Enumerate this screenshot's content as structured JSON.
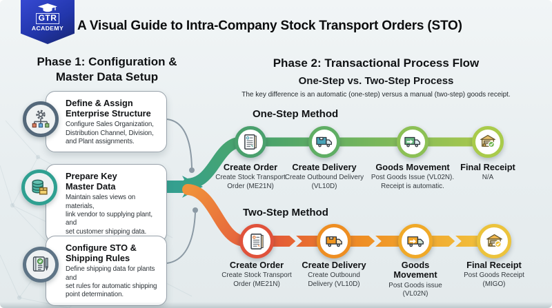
{
  "header": {
    "logo_line1": "GTR",
    "logo_line2": "ACADEMY",
    "title": "A Visual Guide to Intra-Company Stock Transport Orders (STO)"
  },
  "phase1": {
    "heading": "Phase 1: Configuration &\nMaster Data Setup",
    "cards": [
      {
        "icon": "org-structure-icon",
        "title": "Define & Assign\nEnterprise Structure",
        "description": "Configure Sales Organization,\nDistribution Channel, Division,\nand Plant assignments."
      },
      {
        "icon": "database-icon",
        "title": "Prepare Key\nMaster Data",
        "description": "Maintain sales views on materials,\nlink vendor to supplying plant, and\nset customer shipping data."
      },
      {
        "icon": "rulebook-icon",
        "title": "Configure STO &\nShipping Rules",
        "description": "Define shipping data for plants and\nset rules for automatic shipping\npoint determination."
      }
    ]
  },
  "phase2": {
    "heading": "Phase 2: Transactional Process Flow",
    "subheading": "One-Step vs. Two-Step Process",
    "note": "The key difference is an automatic (one-step) versus a manual (two-step) goods receipt.",
    "one_step": {
      "label": "One-Step Method",
      "steps": [
        {
          "icon": "document-icon",
          "title": "Create Order",
          "description": "Create Stock Transport\nOrder (ME21N)"
        },
        {
          "icon": "truck-icon",
          "title": "Create Delivery",
          "description": "Create Outbound Delivery\n(VL10D)"
        },
        {
          "icon": "truck-arrow-icon",
          "title": "Goods Movement",
          "description": "Post Goods Issue (VL02N).\nReceipt is automatic."
        },
        {
          "icon": "warehouse-check-icon",
          "title": "Final Receipt",
          "description": "N/A"
        }
      ]
    },
    "two_step": {
      "label": "Two-Step Method",
      "steps": [
        {
          "icon": "document-icon",
          "title": "Create Order",
          "description": "Create Stock Transport\nOrder (ME21N)"
        },
        {
          "icon": "truck-icon",
          "title": "Create Delivery",
          "description": "Create Outbound\nDelivery (VL10D)"
        },
        {
          "icon": "truck-arrow-icon",
          "title": "Goods\nMovement",
          "description": "Post Goods issue\n(VL02N)"
        },
        {
          "icon": "warehouse-check-icon",
          "title": "Final Receipt",
          "description": "Post Goods Receipt\n(MIGO)"
        }
      ]
    }
  },
  "colors": {
    "brand_blue": "#2236ab",
    "teal_branch": "#35a08f",
    "one_step_green_start": "#3f9e6f",
    "one_step_green_end": "#abc94d",
    "two_step_red_start": "#e14f3b",
    "two_step_orange_mid": "#ef8f24",
    "two_step_yellow_end": "#f2c53e",
    "card1_ring": "#54687a",
    "card2_ring": "#2fa091",
    "card3_ring": "#5e7486",
    "background": "#e8eef0"
  }
}
